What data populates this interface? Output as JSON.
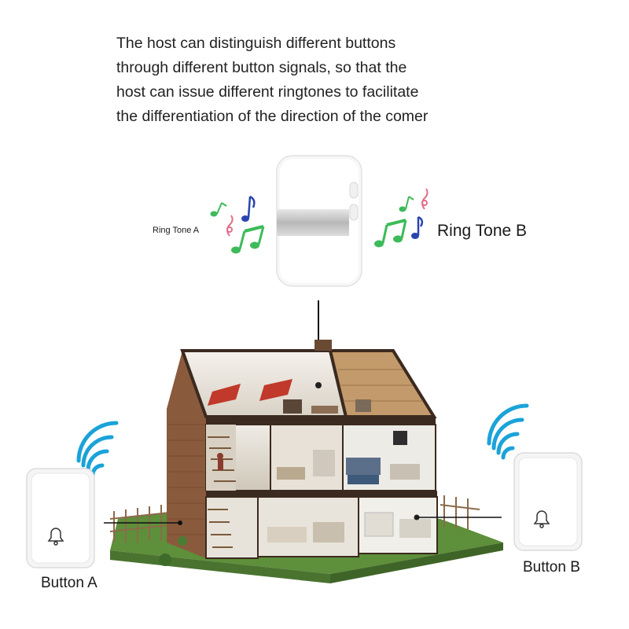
{
  "headline": {
    "lines": [
      "The host can distinguish different buttons",
      "through different button signals, so that the",
      "host can issue different ringtones to facilitate",
      "the differentiation of the direction of the comer"
    ]
  },
  "labels": {
    "ring_tone_a": "Ring Tone A",
    "ring_tone_b": "Ring Tone B",
    "button_a": "Button A",
    "button_b": "Button B"
  },
  "colors": {
    "wifi_signal": "#1aa3d8",
    "note_green": "#3dbb5a",
    "note_blue": "#2a45b0",
    "note_pink": "#e0708a",
    "device_band": "#c9c9c9",
    "brick": "#8a5a3c",
    "roof": "#6b4a33",
    "grass": "#5e8f3a"
  },
  "icons": {
    "host": "doorbell-receiver-icon",
    "buttons": "bell-icon",
    "signal": "wifi-signal-icon",
    "notes": "music-note-icon"
  }
}
